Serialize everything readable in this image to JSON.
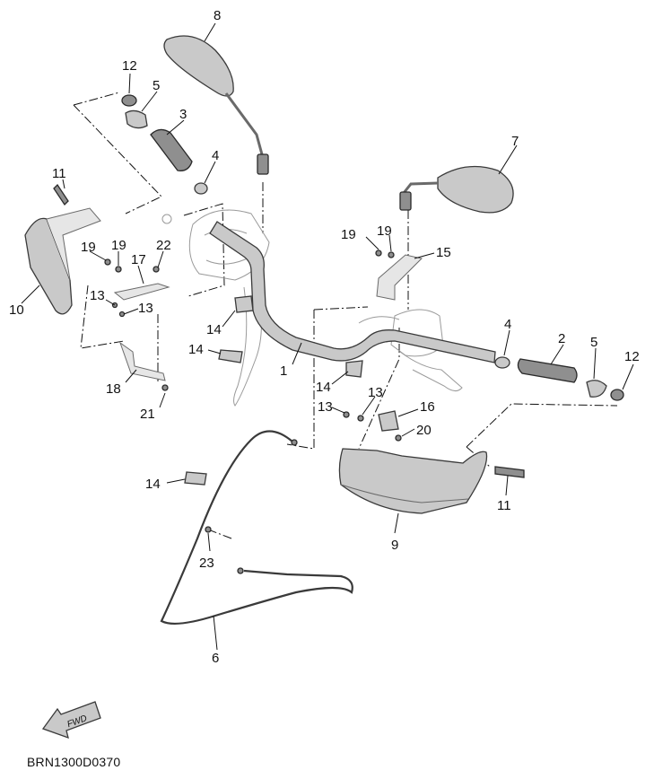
{
  "diagram_code": "BRN1300D0370",
  "fwd_label": "FWD",
  "callouts": {
    "c1": "1",
    "c2": "2",
    "c3": "3",
    "c4a": "4",
    "c4b": "4",
    "c5a": "5",
    "c5b": "5",
    "c6": "6",
    "c7": "7",
    "c8": "8",
    "c9": "9",
    "c10": "10",
    "c11a": "11",
    "c11b": "11",
    "c12a": "12",
    "c12b": "12",
    "c13a": "13",
    "c13b": "13",
    "c13c": "13",
    "c13d": "13",
    "c14a": "14",
    "c14b": "14",
    "c14c": "14",
    "c14d": "14",
    "c15": "15",
    "c16": "16",
    "c17": "17",
    "c18": "18",
    "c19a": "19",
    "c19b": "19",
    "c19c": "19",
    "c19d": "19",
    "c20": "20",
    "c21": "21",
    "c22": "22",
    "c23": "23"
  }
}
